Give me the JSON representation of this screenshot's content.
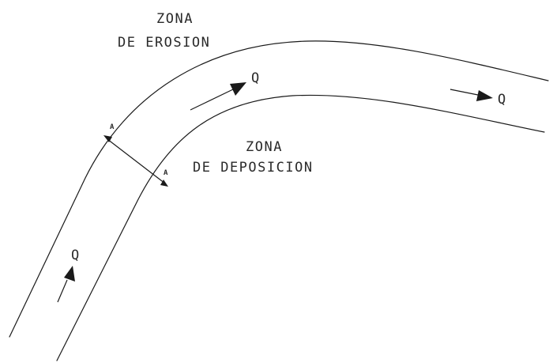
{
  "labels": {
    "erosion_zone": [
      "ZONA",
      "DE EROSION"
    ],
    "deposition_zone": [
      "ZONA",
      "DE DEPOSICION"
    ],
    "flow": "Q",
    "section_marker": "A"
  },
  "colors": {
    "line": "#1a1a1a",
    "text": "#2a2a2a",
    "background": "#ffffff"
  }
}
